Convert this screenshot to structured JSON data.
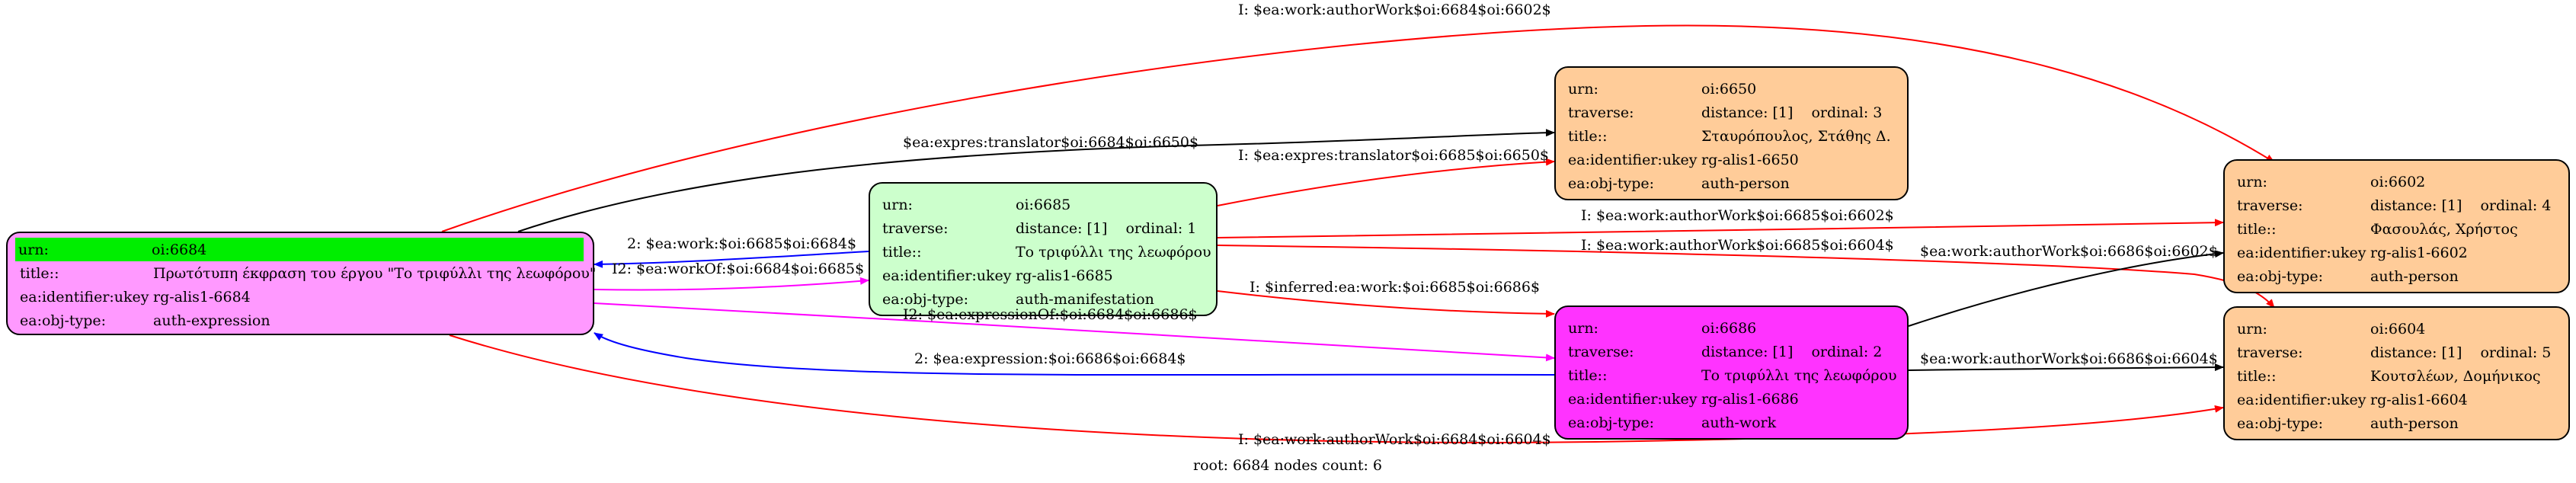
{
  "nodes": {
    "n6684": {
      "fill": "#ff99ff",
      "rows": [
        {
          "k": "urn:",
          "v": "oi:6684"
        },
        {
          "k": "title::",
          "v": "Πρωτότυπη έκφραση του έργου \"Το τριφύλλι της λεωφόρου\""
        },
        {
          "k": "ea:identifier:ukey",
          "v": "rg-alis1-6684"
        },
        {
          "k": "ea:obj-type:",
          "v": "auth-expression"
        }
      ],
      "highlight_color": "#00ee00"
    },
    "n6685": {
      "fill": "#ccffcc",
      "rows": [
        {
          "k": "urn:",
          "v": "oi:6685"
        },
        {
          "k": "traverse:",
          "v": "distance: [1]",
          "ord": "ordinal: 1"
        },
        {
          "k": "title::",
          "v": "Το τριφύλλι της λεωφόρου"
        },
        {
          "k": "ea:identifier:ukey",
          "v": "rg-alis1-6685"
        },
        {
          "k": "ea:obj-type:",
          "v": "auth-manifestation"
        }
      ]
    },
    "n6686": {
      "fill": "#ff33ff",
      "rows": [
        {
          "k": "urn:",
          "v": "oi:6686"
        },
        {
          "k": "traverse:",
          "v": "distance: [1]",
          "ord": "ordinal: 2"
        },
        {
          "k": "title::",
          "v": "Το τριφύλλι της λεωφόρου"
        },
        {
          "k": "ea:identifier:ukey",
          "v": "rg-alis1-6686"
        },
        {
          "k": "ea:obj-type:",
          "v": "auth-work"
        }
      ]
    },
    "n6650": {
      "fill": "#ffcc99",
      "rows": [
        {
          "k": "urn:",
          "v": "oi:6650"
        },
        {
          "k": "traverse:",
          "v": "distance: [1]",
          "ord": "ordinal: 3"
        },
        {
          "k": "title::",
          "v": "Σταυρόπουλος, Στάθης  Δ."
        },
        {
          "k": "ea:identifier:ukey",
          "v": "rg-alis1-6650"
        },
        {
          "k": "ea:obj-type:",
          "v": "auth-person"
        }
      ]
    },
    "n6602": {
      "fill": "#ffcc99",
      "rows": [
        {
          "k": "urn:",
          "v": "oi:6602"
        },
        {
          "k": "traverse:",
          "v": "distance: [1]",
          "ord": "ordinal: 4"
        },
        {
          "k": "title::",
          "v": "Φασουλάς, Χρήστος"
        },
        {
          "k": "ea:identifier:ukey",
          "v": "rg-alis1-6602"
        },
        {
          "k": "ea:obj-type:",
          "v": "auth-person"
        }
      ]
    },
    "n6604": {
      "fill": "#ffcc99",
      "rows": [
        {
          "k": "urn:",
          "v": "oi:6604"
        },
        {
          "k": "traverse:",
          "v": "distance: [1]",
          "ord": "ordinal: 5"
        },
        {
          "k": "title::",
          "v": "Κουτσλέων, Δομήνικος"
        },
        {
          "k": "ea:identifier:ukey",
          "v": "rg-alis1-6604"
        },
        {
          "k": "ea:obj-type:",
          "v": "auth-person"
        }
      ]
    }
  },
  "edge_labels": {
    "e1": "I: $ea:work:authorWork$oi:6684$oi:6602$",
    "e2": "$ea:expres:translator$oi:6684$oi:6650$",
    "e3": "I: $ea:expres:translator$oi:6685$oi:6650$",
    "e4": "I: $ea:work:authorWork$oi:6685$oi:6602$",
    "e5": "I: $ea:work:authorWork$oi:6685$oi:6604$",
    "e6": "$ea:work:authorWork$oi:6686$oi:6602$",
    "e7": "2: $ea:work:$oi:6685$oi:6684$",
    "e8": "I2: $ea:workOf:$oi:6684$oi:6685$",
    "e9": "I: $inferred:ea:work:$oi:6685$oi:6686$",
    "e10": "I2: $ea:expressionOf:$oi:6684$oi:6686$",
    "e11": "$ea:work:authorWork$oi:6686$oi:6604$",
    "e12": "2: $ea:expression:$oi:6686$oi:6684$",
    "e13": "I: $ea:work:authorWork$oi:6684$oi:6604$"
  },
  "edge_colors": {
    "red": "#ff0000",
    "black": "#000000",
    "blue": "#0000ff",
    "magenta": "#ff00ff"
  },
  "footer": "root: 6684 nodes count: 6"
}
